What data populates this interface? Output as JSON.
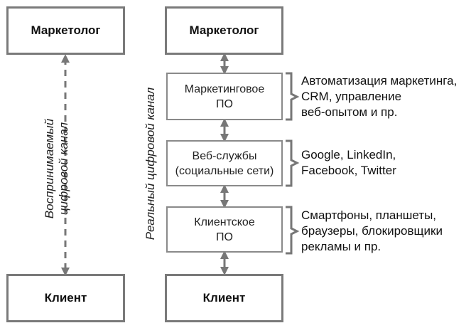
{
  "left": {
    "top_box": "Маркетолог",
    "bottom_box": "Клиент",
    "channel_label_line1": "Воспринимаемый",
    "channel_label_line2": "цифровой канал"
  },
  "right": {
    "top_box": "Маркетолог",
    "bottom_box": "Клиент",
    "channel_label": "Реальный цифровой канал",
    "layers": [
      {
        "line1": "Маркетинговое",
        "line2": "ПО",
        "desc": [
          "Автоматизация маркетинга,",
          "CRM, управление",
          "веб-опытом и пр."
        ]
      },
      {
        "line1": "Веб-службы",
        "line2": "(социальные сети)",
        "desc": [
          "Google, LinkedIn,",
          "Facebook, Twitter"
        ]
      },
      {
        "line1": "Клиентское",
        "line2": "ПО",
        "desc": [
          "Смартфоны, планшеты,",
          "браузеры, блокировщики",
          "рекламы и пр."
        ]
      }
    ]
  }
}
